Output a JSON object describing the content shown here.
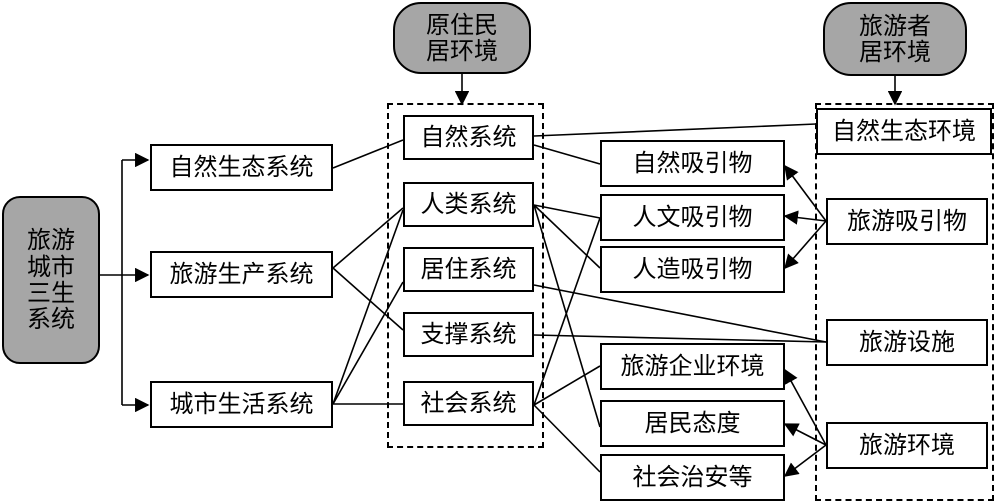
{
  "left_block": {
    "lines": [
      "旅游",
      "城市",
      "三生",
      "系统"
    ]
  },
  "systems": {
    "natural_eco": "自然生态系统",
    "tourism_prod": "旅游生产系统",
    "urban_life": "城市生活系统"
  },
  "resident": {
    "header": [
      "原住民",
      "居环境"
    ],
    "items": [
      "自然系统",
      "人类系统",
      "居住系统",
      "支撑系统",
      "社会系统"
    ]
  },
  "middle": {
    "items": [
      "自然吸引物",
      "人文吸引物",
      "人造吸引物",
      "旅游企业环境",
      "居民态度",
      "社会治安等"
    ]
  },
  "tourist": {
    "header": [
      "旅游者",
      "居环境"
    ],
    "items": [
      "自然生态环境",
      "旅游吸引物",
      "旅游设施",
      "旅游环境"
    ]
  }
}
